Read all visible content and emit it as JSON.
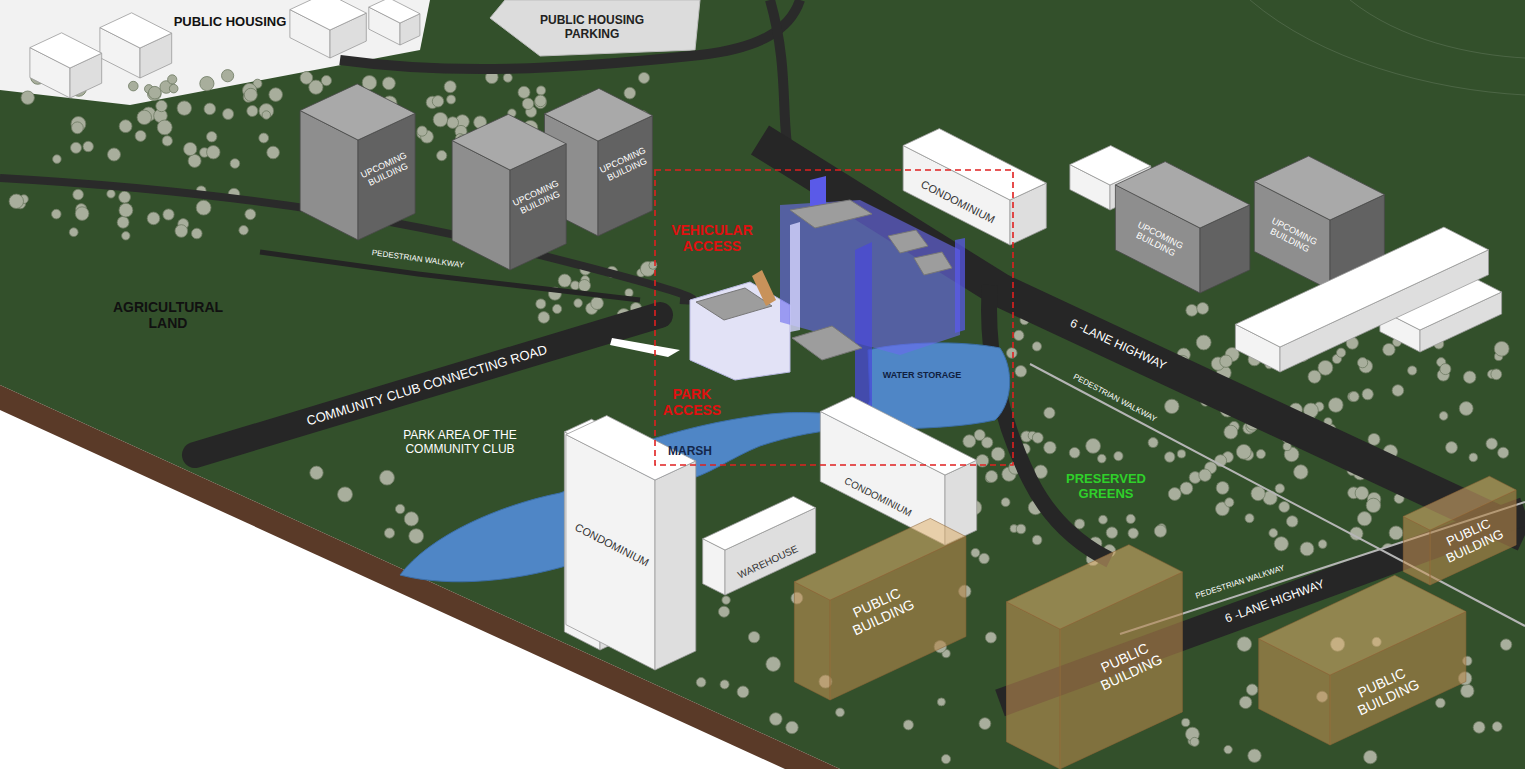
{
  "diagram": {
    "labels": [
      "PUBLIC HOUSING",
      "PUBLIC HOUSING PARKING",
      "UPCOMING BUILDING",
      "UPCOMING BUILDING",
      "UPCOMING BUILDING",
      "CONDOMINIUM",
      "VEHICULAR ACCESS",
      "UPCOMING BUILDING",
      "UPCOMING BUILDING",
      "PEDESTRIAN WALKWAY",
      "AGRICULTURAL LAND",
      "6 -LANE HIGHWAY",
      "COMMUNITY CLUB CONNECTING ROAD",
      "WATER STORAGE",
      "PEDESTRIAN WALKWAY",
      "PARK ACCESS",
      "PARK AREA OF THE COMMUNITY CLUB",
      "MARSH",
      "CONDOMINIUM",
      "PRESERVED GREENS",
      "CONDOMINIUM",
      "WAREHOUSE",
      "PUBLIC BUILDING",
      "PEDESTRIAN WALKWAY",
      "PUBLIC BUILDING",
      "6 -LANE HIGHWAY",
      "PUBLIC BUILDING",
      "PUBLIC BUILDING"
    ]
  }
}
